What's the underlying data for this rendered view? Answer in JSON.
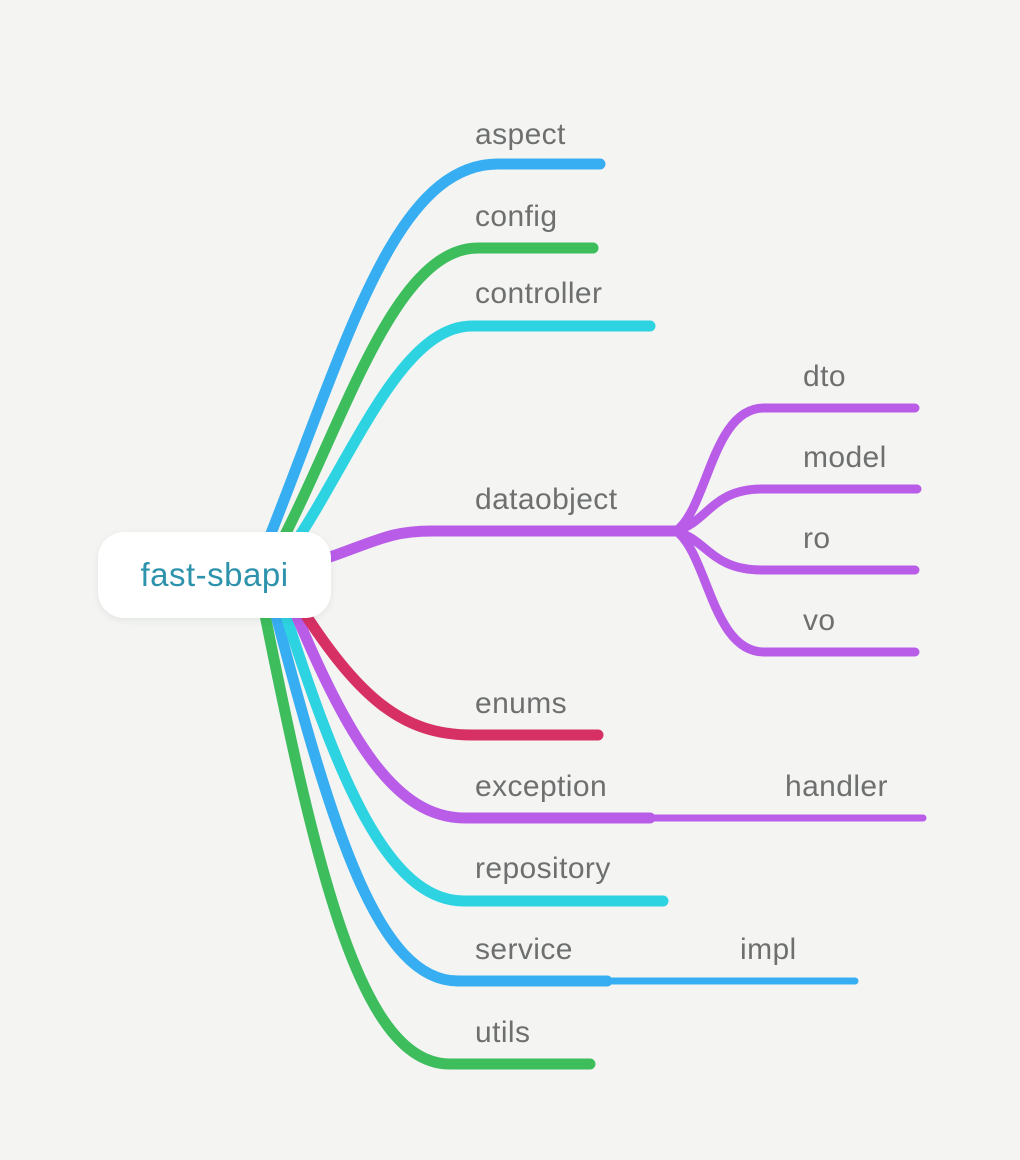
{
  "canvas": {
    "background": "#f4f5f3",
    "label_color": "#6e7070"
  },
  "mindmap": {
    "root": {
      "label": "fast-sbapi",
      "text_color": "#2d92ac",
      "bg_color": "#ffffff"
    },
    "branches": [
      {
        "label": "aspect",
        "color": "#38aef2",
        "children": []
      },
      {
        "label": "config",
        "color": "#3ebd5d",
        "children": []
      },
      {
        "label": "controller",
        "color": "#2ed3e2",
        "children": []
      },
      {
        "label": "dataobject",
        "color": "#b95ce8",
        "children": [
          {
            "label": "dto",
            "color": "#b95ce8"
          },
          {
            "label": "model",
            "color": "#b95ce8"
          },
          {
            "label": "ro",
            "color": "#b95ce8"
          },
          {
            "label": "vo",
            "color": "#b95ce8"
          }
        ]
      },
      {
        "label": "enums",
        "color": "#d63064",
        "children": []
      },
      {
        "label": "exception",
        "color": "#b95ce8",
        "children": [
          {
            "label": "handler",
            "color": "#b95ce8"
          }
        ]
      },
      {
        "label": "repository",
        "color": "#2ed3e2",
        "children": []
      },
      {
        "label": "service",
        "color": "#38aef2",
        "children": [
          {
            "label": "impl",
            "color": "#38aef2"
          }
        ]
      },
      {
        "label": "utils",
        "color": "#3ebd5d",
        "children": []
      }
    ]
  }
}
